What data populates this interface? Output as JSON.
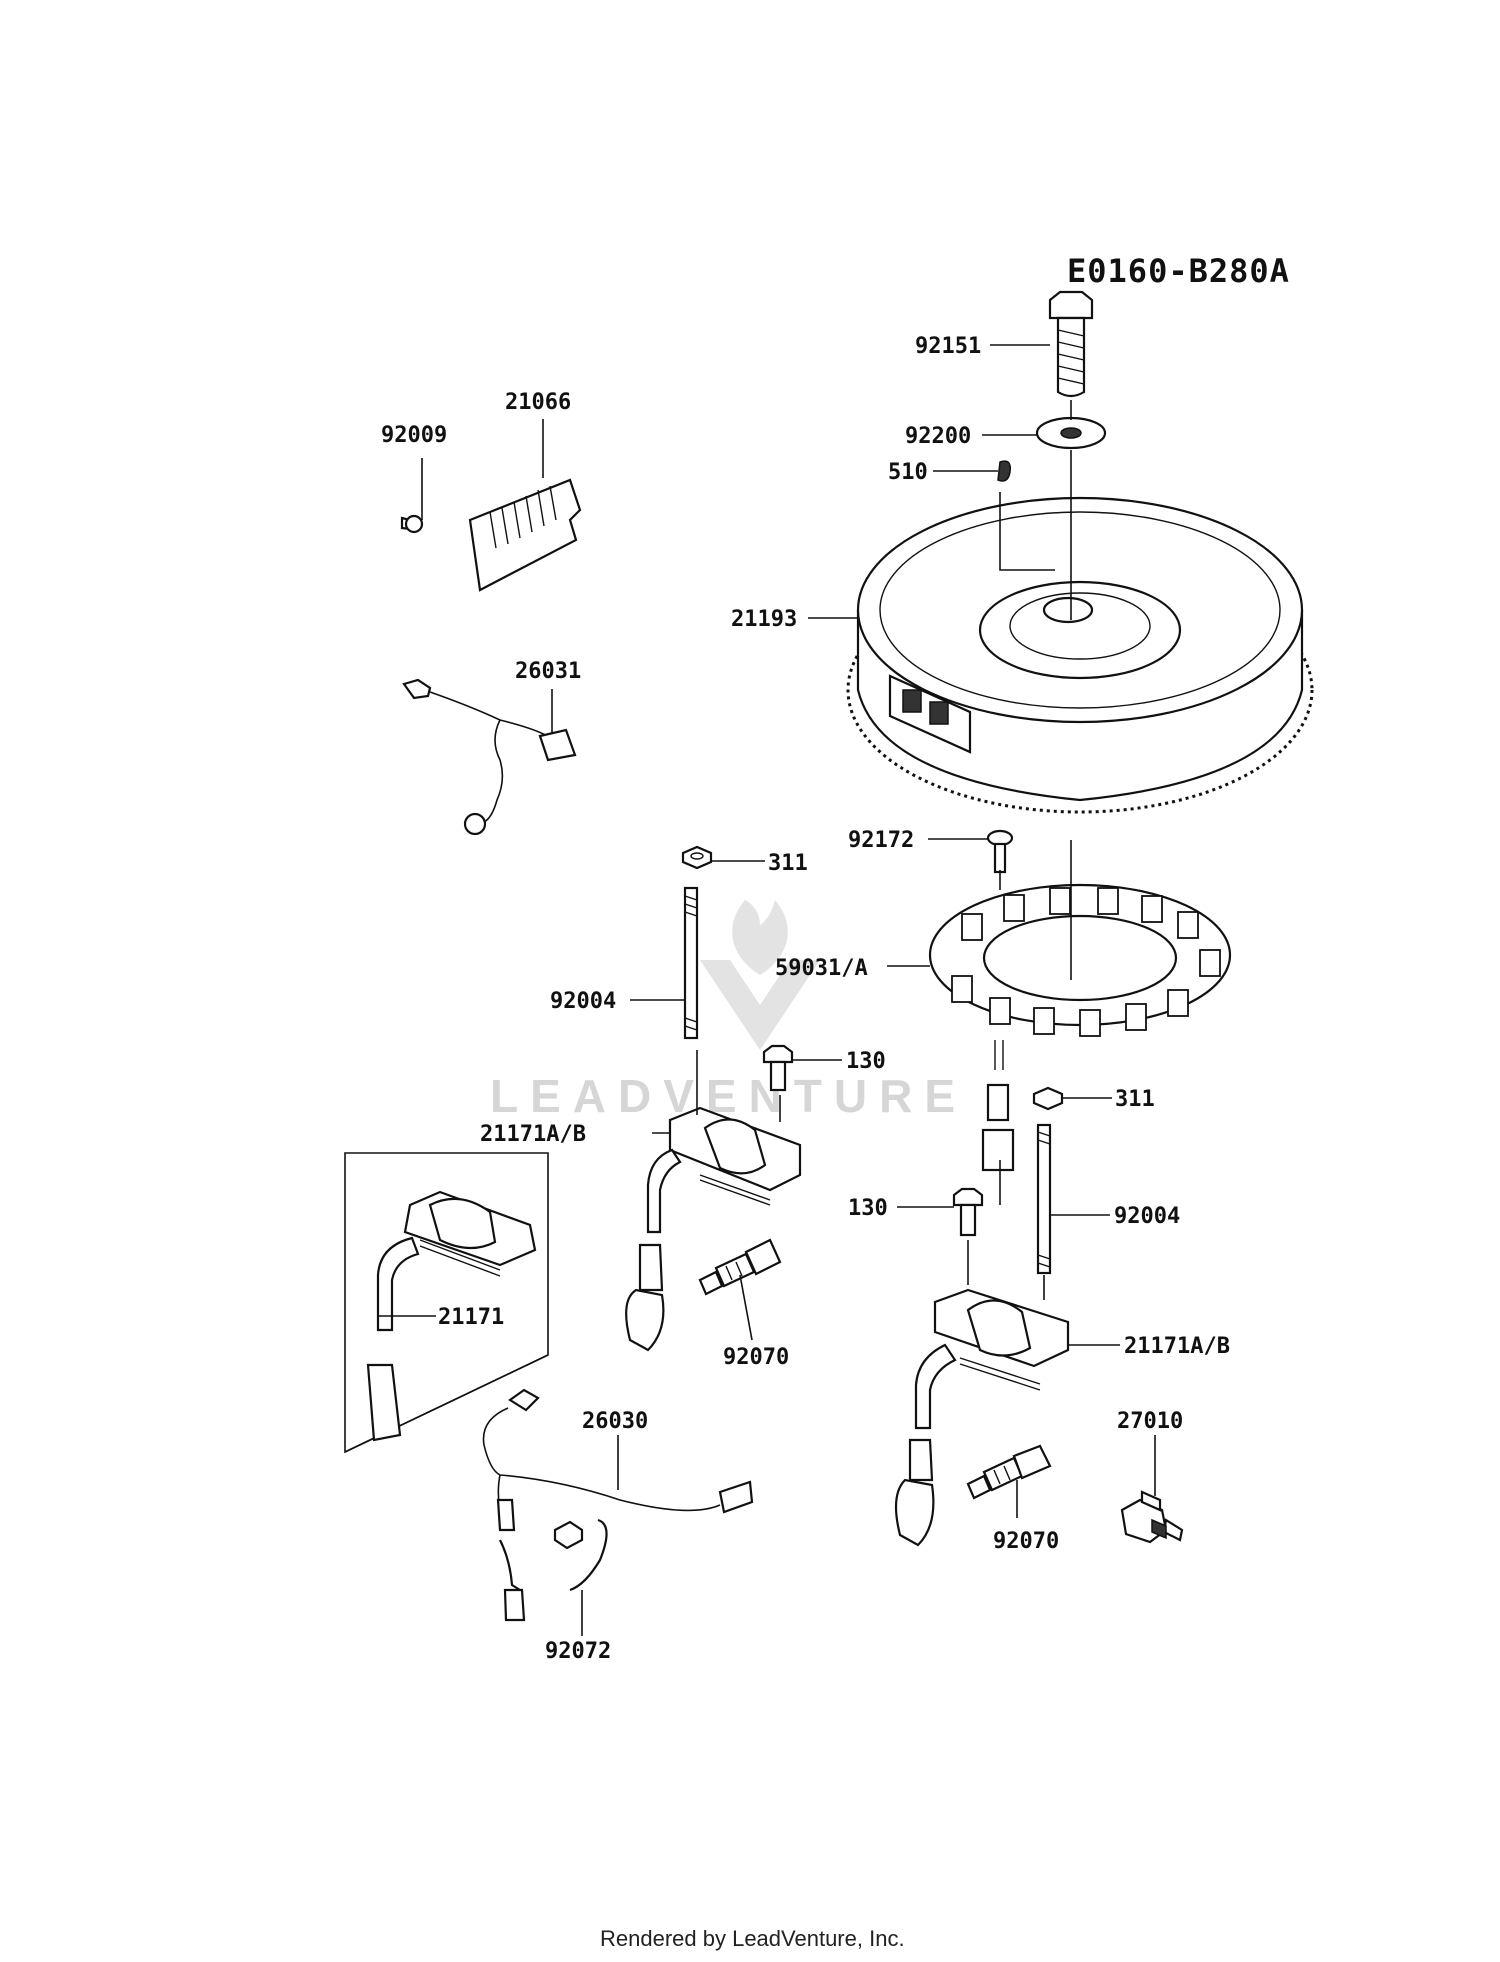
{
  "diagram_code": "E0160-B280A",
  "watermark": "LEADVENTURE",
  "footer": "Rendered by LeadVenture, Inc.",
  "callouts": [
    {
      "id": "92151",
      "label": "92151"
    },
    {
      "id": "92200",
      "label": "92200"
    },
    {
      "id": "510",
      "label": "510"
    },
    {
      "id": "21193",
      "label": "21193"
    },
    {
      "id": "21066",
      "label": "21066"
    },
    {
      "id": "92009",
      "label": "92009"
    },
    {
      "id": "26031",
      "label": "26031"
    },
    {
      "id": "92172",
      "label": "92172"
    },
    {
      "id": "311a",
      "label": "311"
    },
    {
      "id": "59031",
      "label": "59031/A"
    },
    {
      "id": "92004a",
      "label": "92004"
    },
    {
      "id": "130a",
      "label": "130"
    },
    {
      "id": "311b",
      "label": "311"
    },
    {
      "id": "21171ABa",
      "label": "21171A/B"
    },
    {
      "id": "130b",
      "label": "130"
    },
    {
      "id": "92004b",
      "label": "92004"
    },
    {
      "id": "21171",
      "label": "21171"
    },
    {
      "id": "92070a",
      "label": "92070"
    },
    {
      "id": "21171ABb",
      "label": "21171A/B"
    },
    {
      "id": "26030",
      "label": "26030"
    },
    {
      "id": "27010",
      "label": "27010"
    },
    {
      "id": "92070b",
      "label": "92070"
    },
    {
      "id": "92072",
      "label": "92072"
    }
  ]
}
